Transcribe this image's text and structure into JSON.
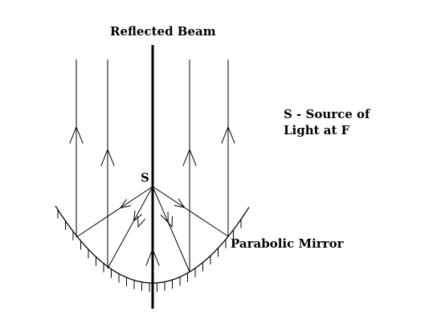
{
  "labels": {
    "title": "Reflected Beam",
    "source_point": "S",
    "legend_line1": "S - Source of",
    "legend_line2": "Light at F",
    "mirror": "Parabolic Mirror"
  }
}
